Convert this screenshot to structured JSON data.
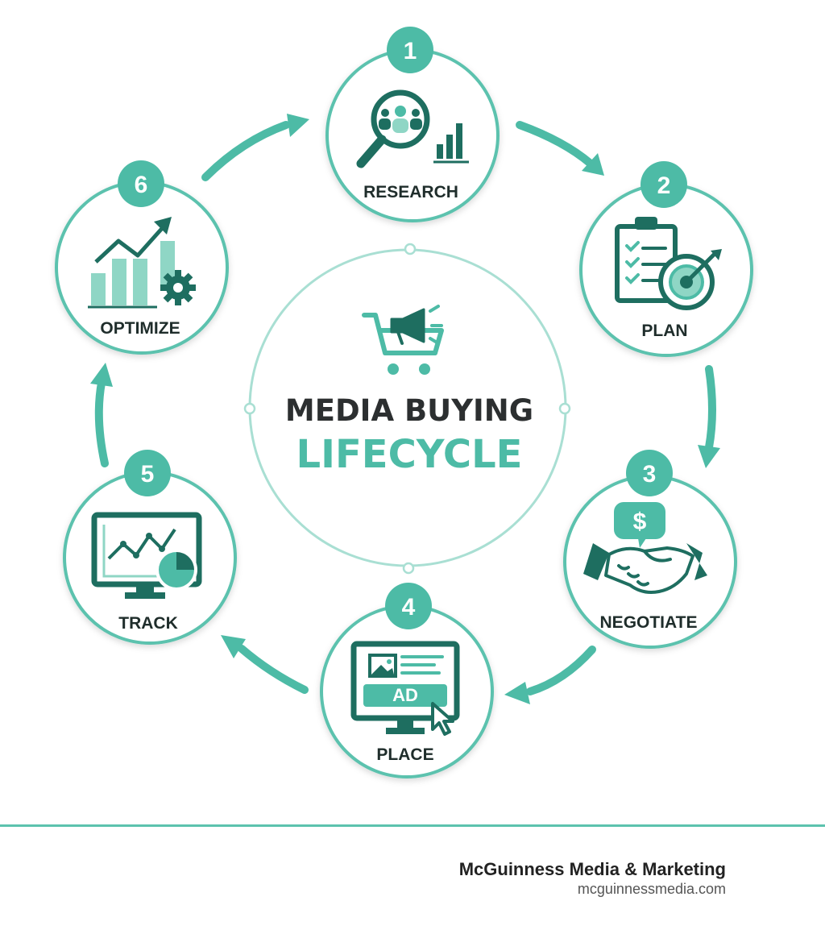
{
  "title": {
    "line1": "MEDIA BUYING",
    "line2": "LIFECYCLE"
  },
  "colors": {
    "accent": "#4dbba6",
    "dark": "#1e6e60",
    "light": "#8fd6c5",
    "ring": "#a9dfd3"
  },
  "steps": [
    {
      "number": "1",
      "label": "RESEARCH",
      "icon": "magnifier-people-icon"
    },
    {
      "number": "2",
      "label": "PLAN",
      "icon": "clipboard-target-icon"
    },
    {
      "number": "3",
      "label": "NEGOTIATE",
      "icon": "handshake-dollar-icon"
    },
    {
      "number": "4",
      "label": "PLACE",
      "icon": "monitor-ad-icon"
    },
    {
      "number": "5",
      "label": "TRACK",
      "icon": "monitor-analytics-icon"
    },
    {
      "number": "6",
      "label": "OPTIMIZE",
      "icon": "chart-gear-icon"
    }
  ],
  "footer": {
    "company": "McGuinness Media & Marketing",
    "url": "mcguinnessmedia.com"
  }
}
